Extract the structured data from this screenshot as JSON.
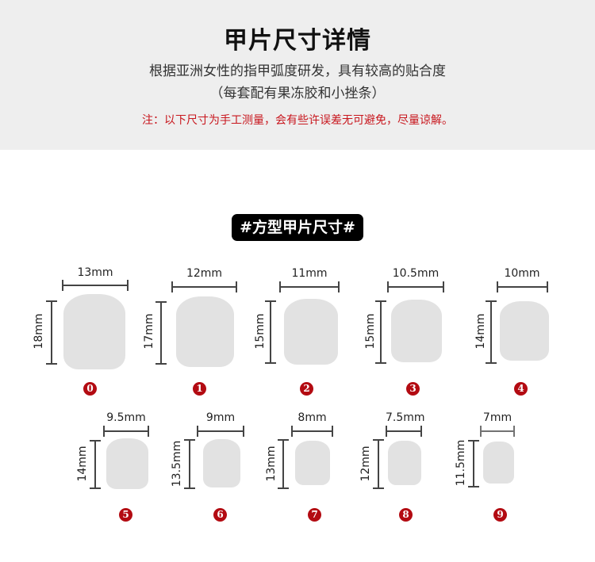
{
  "header": {
    "title": "甲片尺寸详情",
    "subtitle": "根据亚洲女性的指甲弧度研发，具有较高的贴合度",
    "subtitle2": "（每套配有果冻胶和小挫条）",
    "note": "注：以下尺寸为手工测量，会有些许误差无可避免，尽量谅解。"
  },
  "section": {
    "label": "#方型甲片尺寸#"
  },
  "colors": {
    "header_bg": "#eeeeee",
    "note_red": "#c8161d",
    "badge_red": "#b30b12",
    "nail_gray": "#e2e2e2",
    "pill_bg": "#000000"
  },
  "nails": [
    {
      "index": "0",
      "width": "13mm",
      "height": "18mm"
    },
    {
      "index": "1",
      "width": "12mm",
      "height": "17mm"
    },
    {
      "index": "2",
      "width": "11mm",
      "height": "15mm"
    },
    {
      "index": "3",
      "width": "10.5mm",
      "height": "15mm"
    },
    {
      "index": "4",
      "width": "10mm",
      "height": "14mm"
    },
    {
      "index": "5",
      "width": "9.5mm",
      "height": "14mm"
    },
    {
      "index": "6",
      "width": "9mm",
      "height": "13.5mm"
    },
    {
      "index": "7",
      "width": "8mm",
      "height": "13mm"
    },
    {
      "index": "8",
      "width": "7.5mm",
      "height": "12mm"
    },
    {
      "index": "9",
      "width": "7mm",
      "height": "11.5mm"
    }
  ]
}
